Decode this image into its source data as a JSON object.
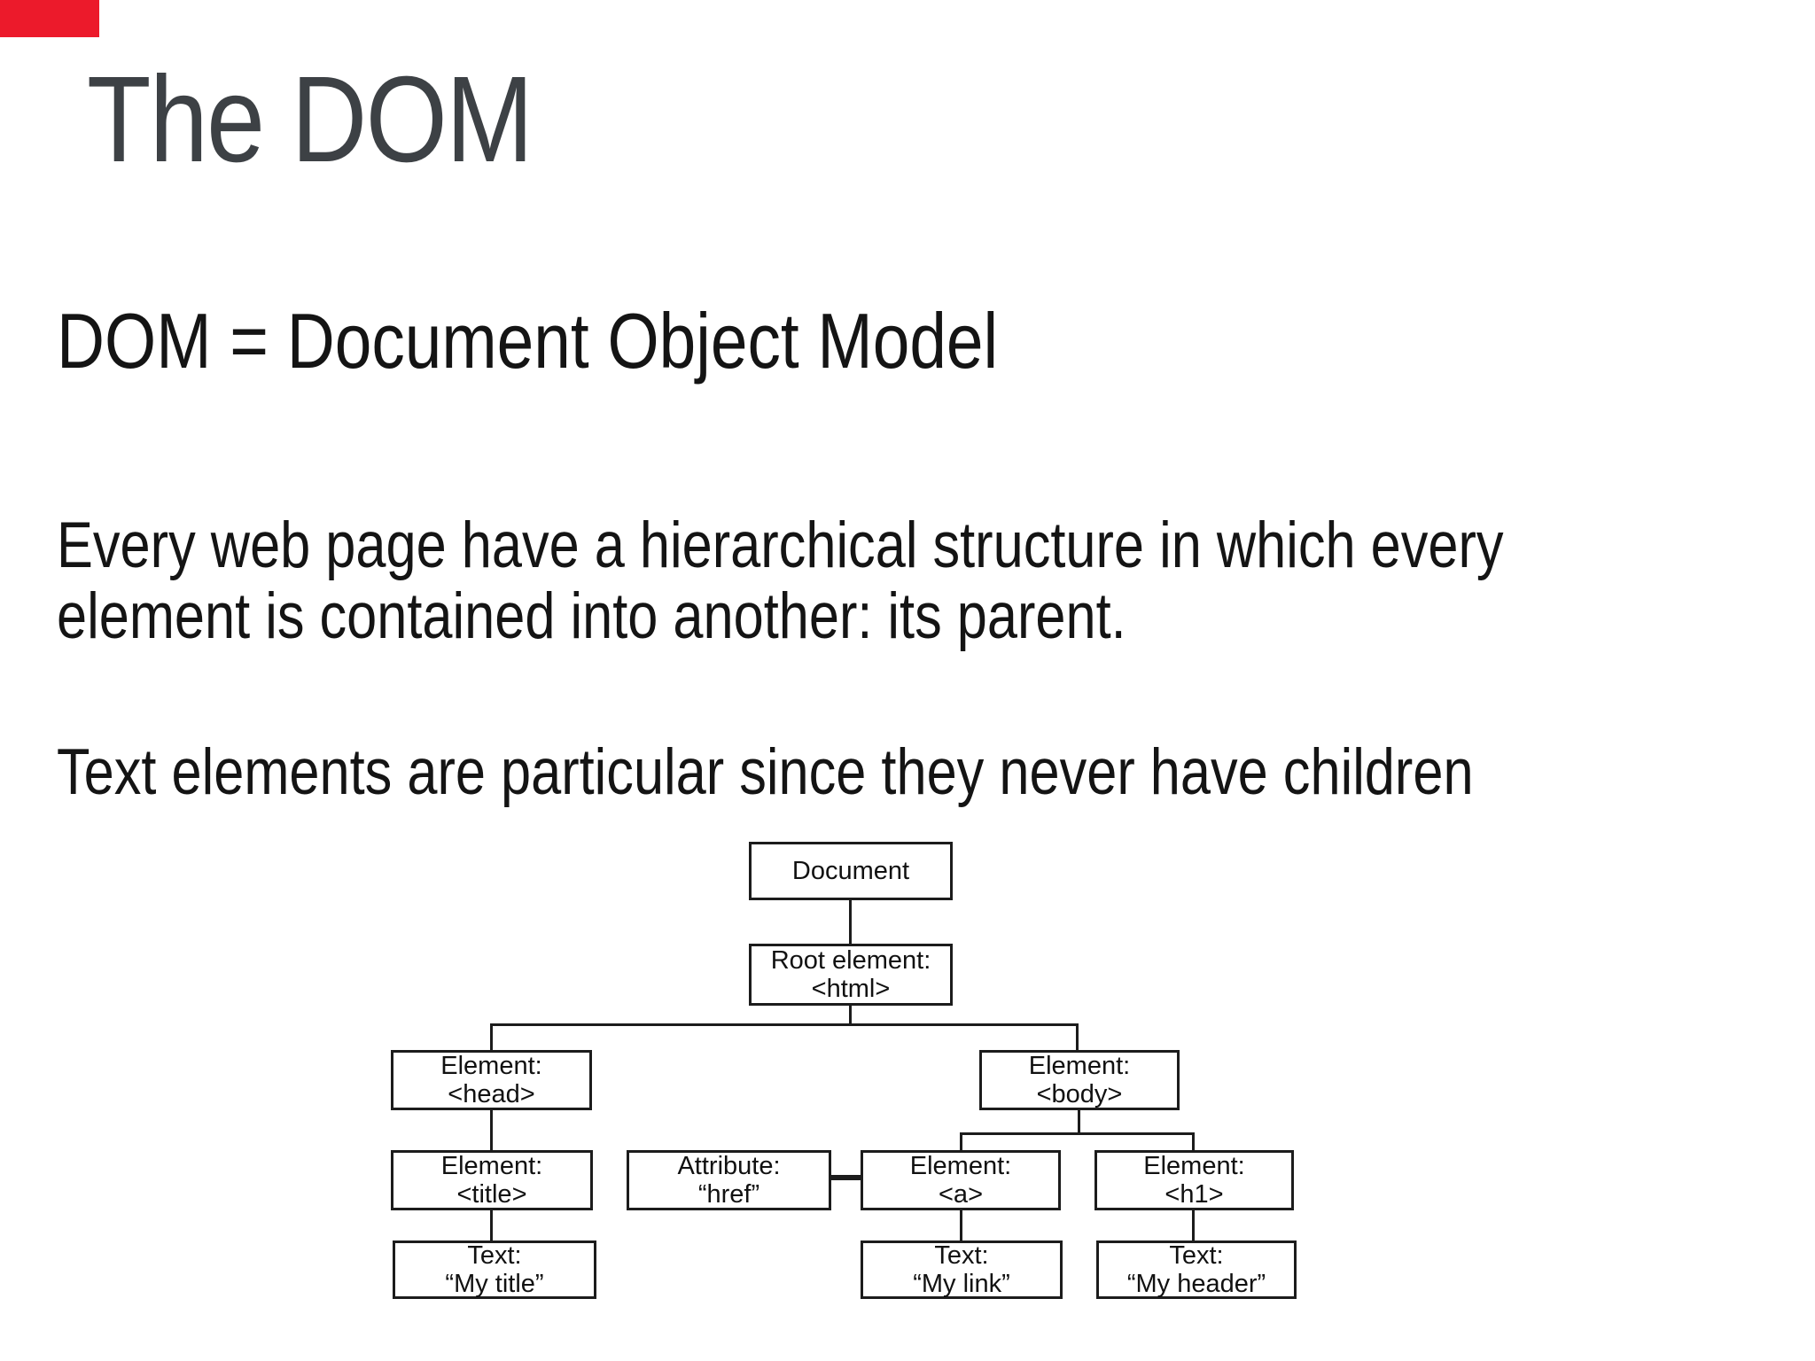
{
  "slide": {
    "accent_color": "#ec1a2b",
    "title": "The DOM",
    "subtitle": "DOM = Document Object Model",
    "para1_line1": "Every web page have a hierarchical structure in which every",
    "para1_line2": "element is contained into another: its parent.",
    "para2": "Text elements are particular since they never have children"
  },
  "diagram": {
    "nodes": {
      "document": {
        "line1": "Document",
        "line2": ""
      },
      "root": {
        "line1": "Root element:",
        "line2": "<html>"
      },
      "head": {
        "line1": "Element:",
        "line2": "<head>"
      },
      "body": {
        "line1": "Element:",
        "line2": "<body>"
      },
      "title": {
        "line1": "Element:",
        "line2": "<title>"
      },
      "attr": {
        "line1": "Attribute:",
        "line2": "“href”"
      },
      "a": {
        "line1": "Element:",
        "line2": "<a>"
      },
      "h1": {
        "line1": "Element:",
        "line2": "<h1>"
      },
      "text_title": {
        "line1": "Text:",
        "line2": "“My title”"
      },
      "text_link": {
        "line1": "Text:",
        "line2": "“My link”"
      },
      "text_header": {
        "line1": "Text:",
        "line2": "“My header”"
      }
    }
  }
}
